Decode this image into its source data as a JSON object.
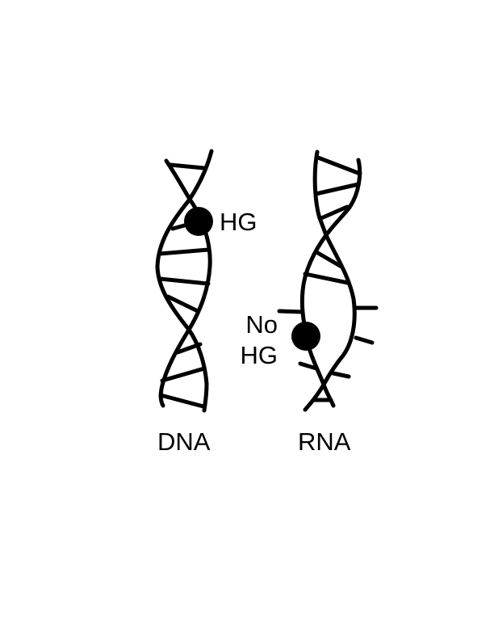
{
  "diagram": {
    "type": "dna-vs-rna-helix-illustration",
    "stroke_color": "#000000",
    "background_color": "#ffffff",
    "dna": {
      "label": "DNA",
      "marker_label": "HG",
      "description": "Double-stranded helix with a filled circle marker labeled HG on the strand"
    },
    "rna": {
      "label": "RNA",
      "marker_label_line1": "No",
      "marker_label_line2": "HG",
      "description": "Partially double-stranded helix that opens into a loop with unpaired base ticks; filled circle marker labeled No HG"
    }
  }
}
